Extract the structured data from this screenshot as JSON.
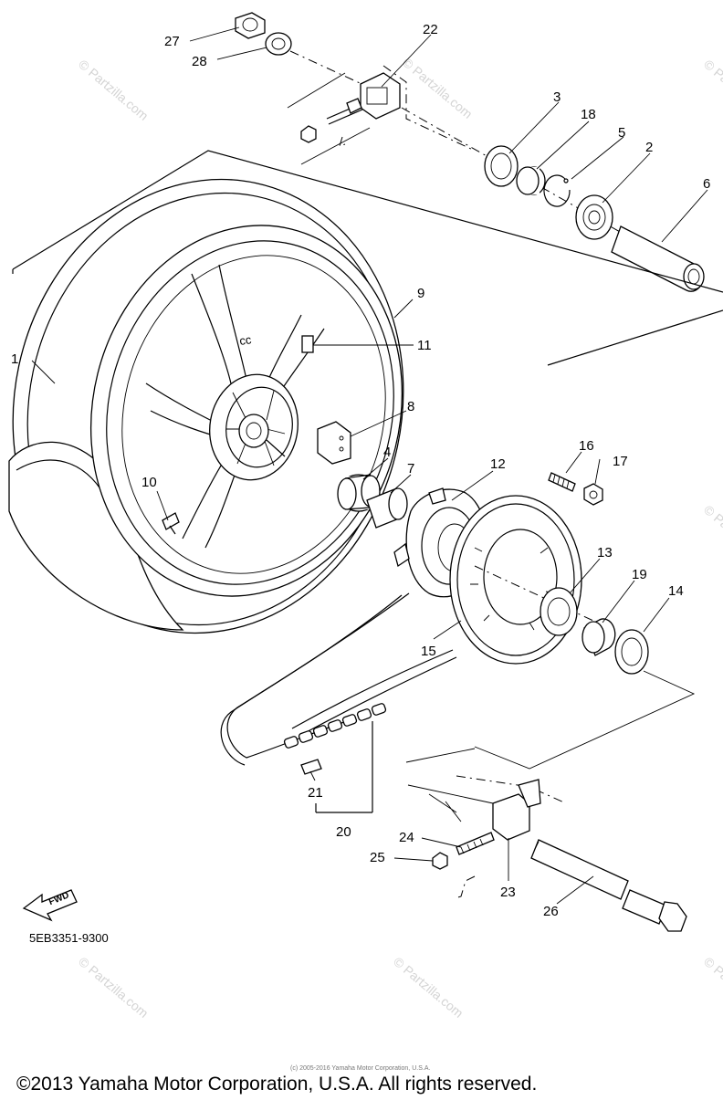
{
  "diagram": {
    "callouts": [
      "1",
      "2",
      "3",
      "4",
      "5",
      "6",
      "7",
      "8",
      "9",
      "10",
      "11",
      "12",
      "13",
      "14",
      "15",
      "16",
      "17",
      "18",
      "19",
      "20",
      "21",
      "22",
      "23",
      "24",
      "25",
      "26",
      "27",
      "28"
    ],
    "direction_label": "FWD",
    "diagram_code": "5EB3351-9300",
    "small_notice": "(c) 2005-2016 Yamaha Motor Corporation, U.S.A.",
    "footer_copyright": "©2013 Yamaha Motor Corporation, U.S.A. All rights reserved.",
    "watermark_text": "© Partzilla.com",
    "rim_marking": "cc"
  }
}
